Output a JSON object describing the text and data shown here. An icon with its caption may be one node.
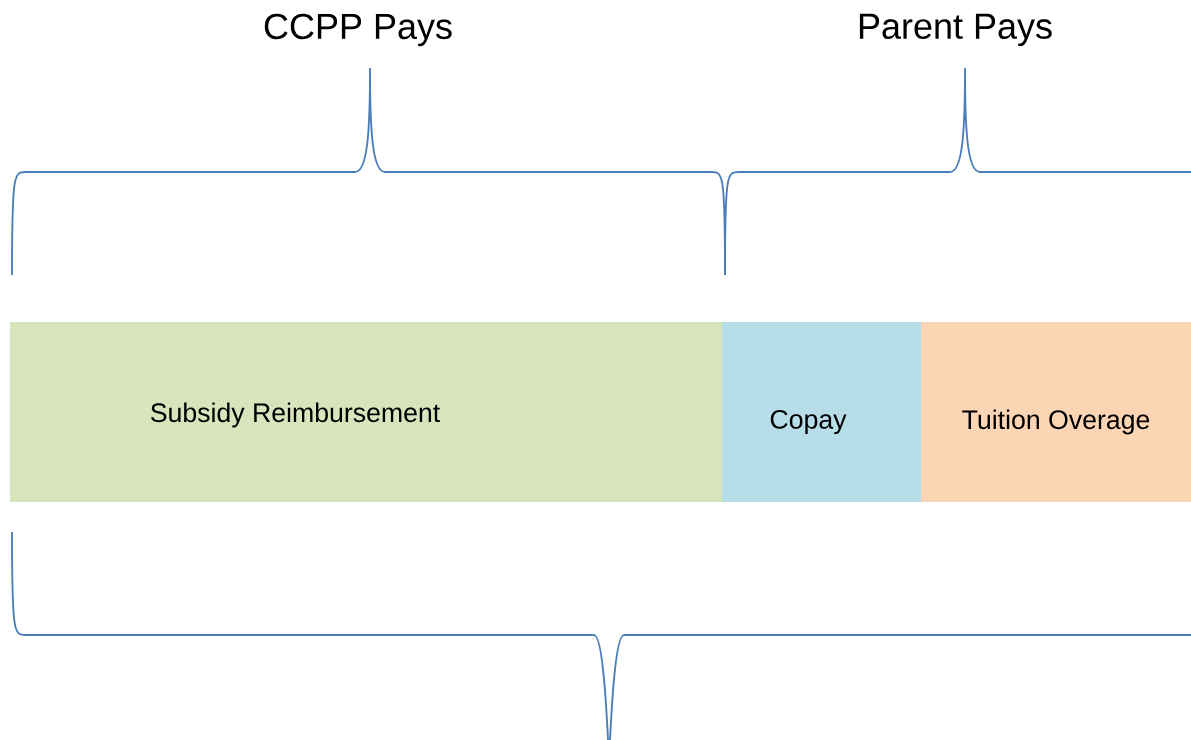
{
  "diagram": {
    "nodes": [
      {
        "text": [
          "Subsidy Reimbursement"
        ]
      },
      {
        "text": [
          "Copay"
        ]
      },
      {
        "text": [
          "Tuition Overage"
        ]
      }
    ],
    "labels": [
      "CCPP Pays",
      "Parent Pays"
    ]
  }
}
